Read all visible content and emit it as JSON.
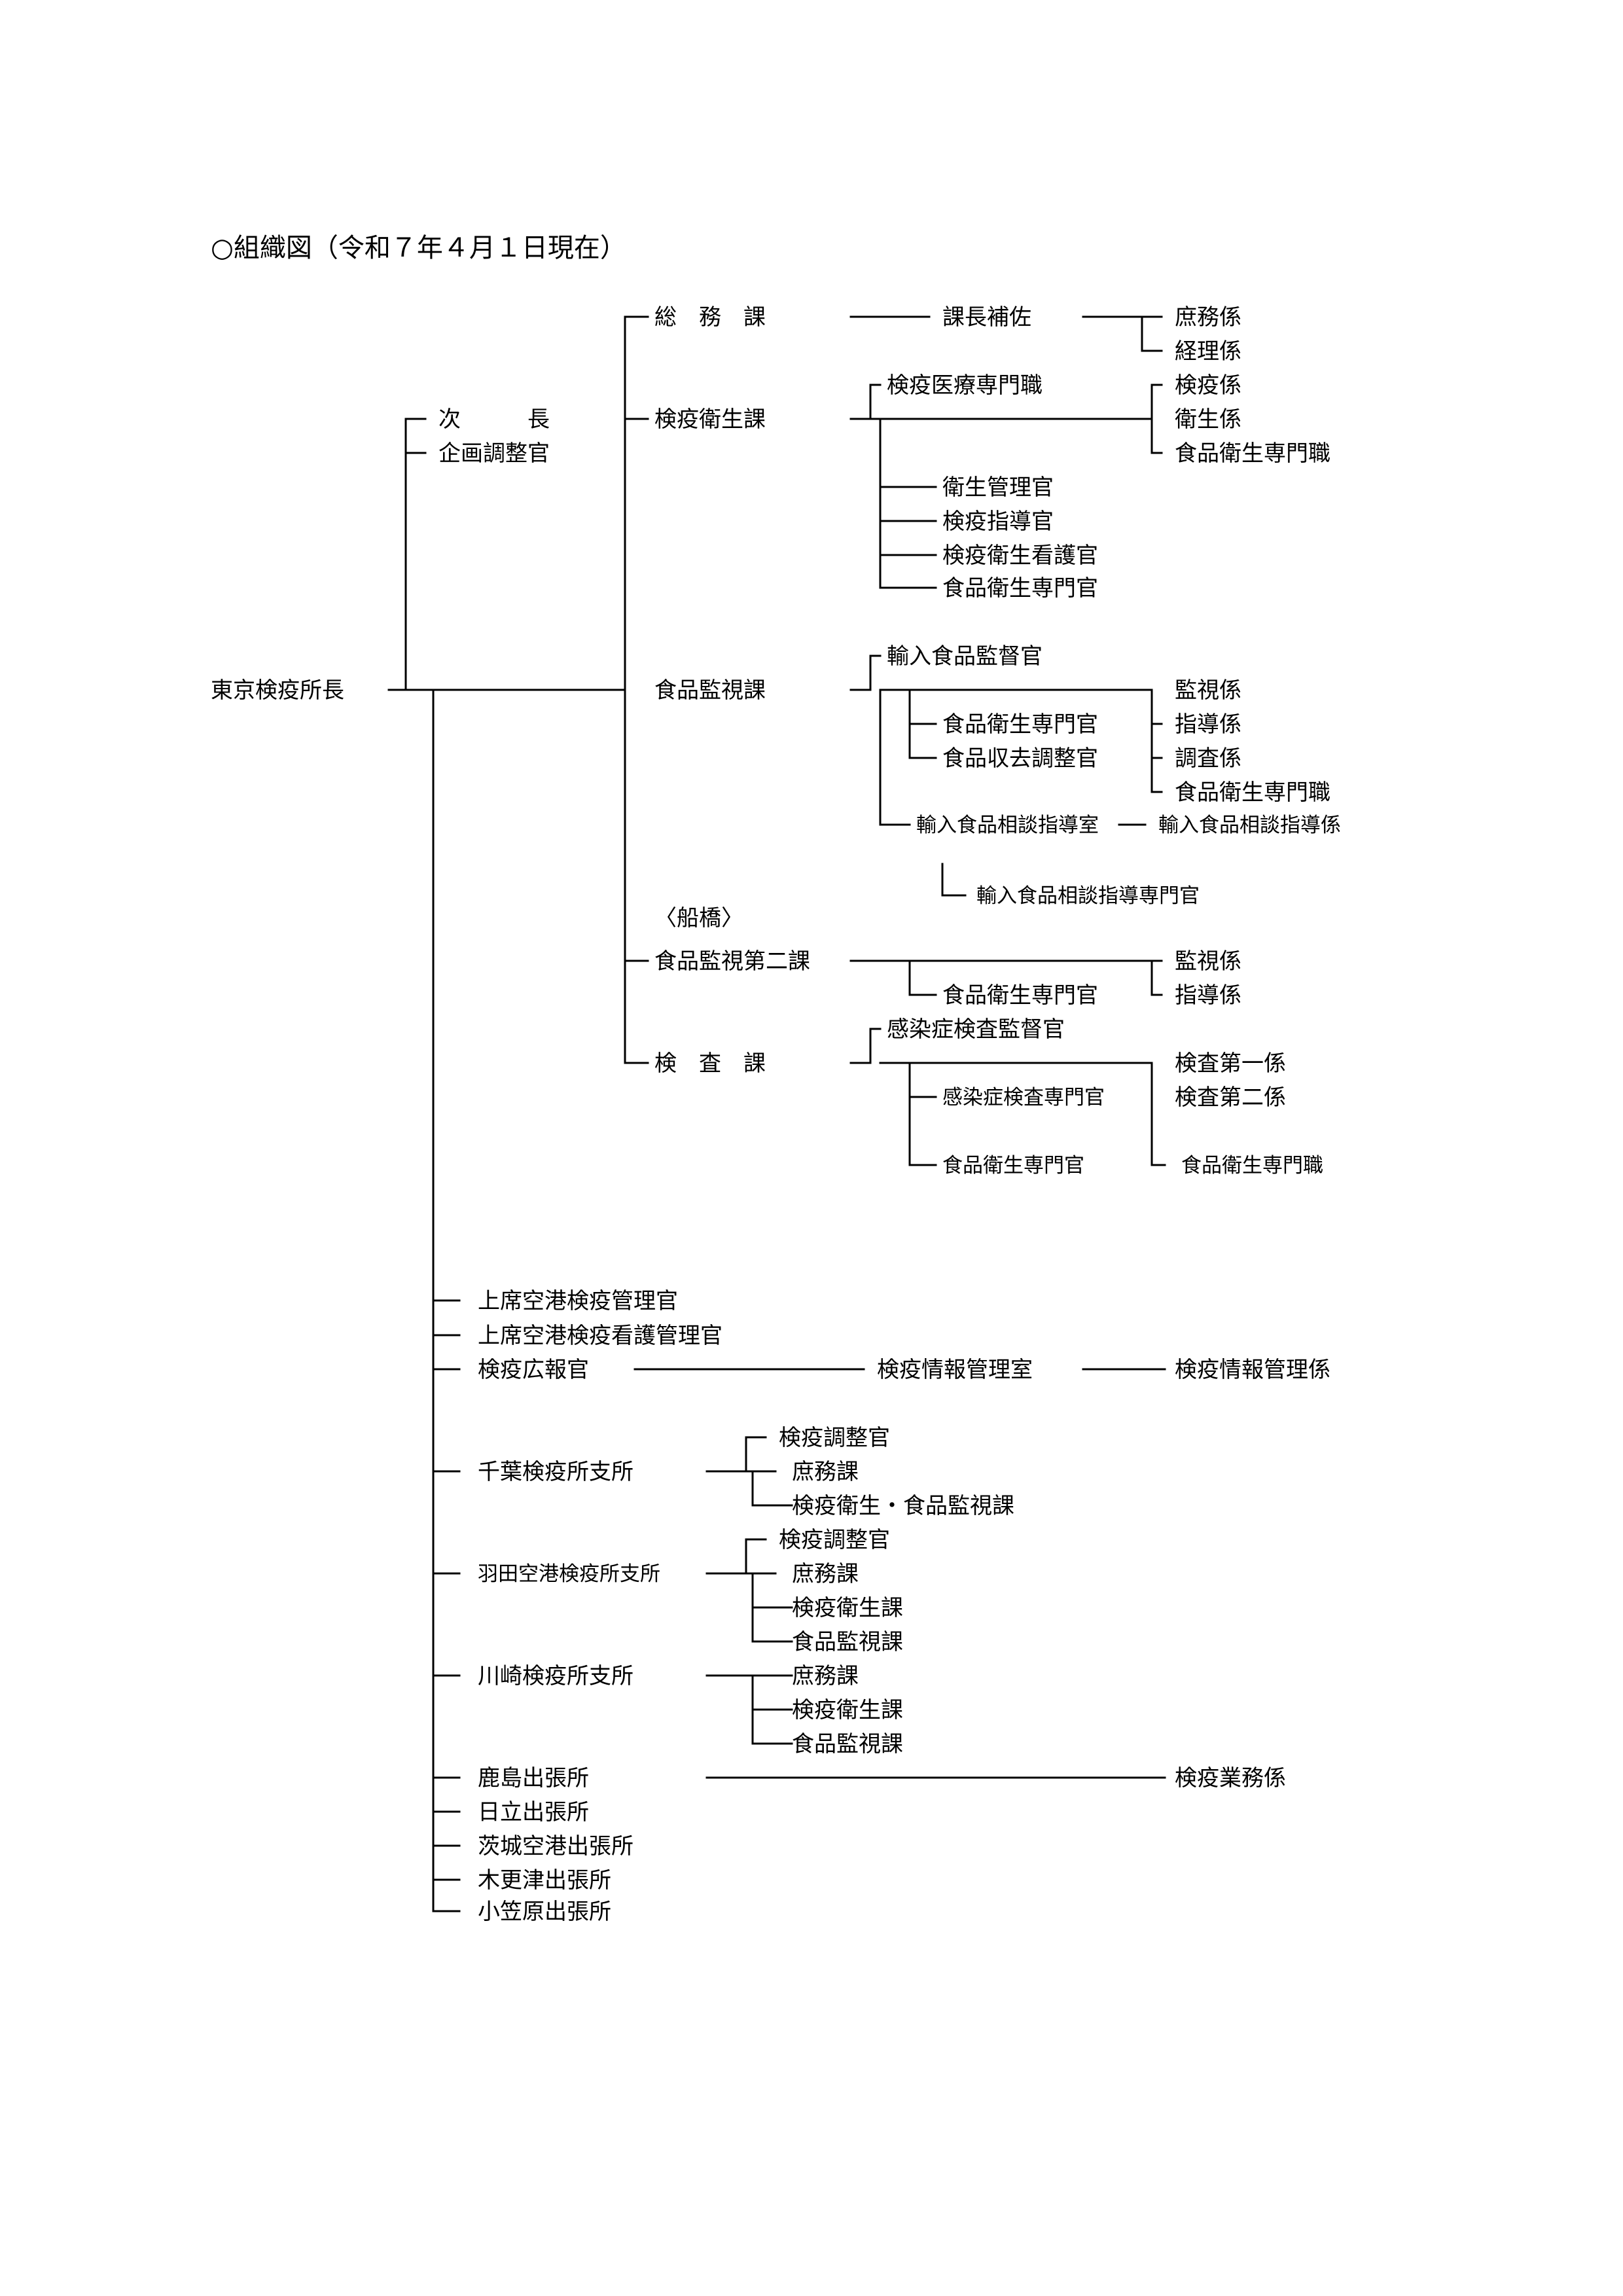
{
  "title": "○組織図（令和７年４月１日現在）",
  "director": "東京検疫所長",
  "deputies": {
    "vice_director": "次　　　長",
    "planning_officer": "企画調整官"
  },
  "sections": {
    "general_affairs": {
      "name": "総　務　課",
      "assistant": "課長補佐",
      "subsections": [
        "庶務係",
        "経理係"
      ]
    },
    "quarantine_hygiene": {
      "name": "検疫衛生課",
      "medical_specialist": "検疫医療専門職",
      "subsections": [
        "検疫係",
        "衛生係",
        "食品衛生専門職"
      ],
      "officers": [
        "衛生管理官",
        "検疫指導官",
        "検疫衛生看護官",
        "食品衛生専門官"
      ]
    },
    "food_monitoring": {
      "name": "食品監視課",
      "supervisor": "輸入食品監督官",
      "officers": [
        "食品衛生専門官",
        "食品収去調整官"
      ],
      "subsections": [
        "監視係",
        "指導係",
        "調査係",
        "食品衛生専門職"
      ],
      "consultation_room": "輸入食品相談指導室",
      "consultation_unit": "輸入食品相談指導係",
      "consultation_specialist": "輸入食品相談指導専門官"
    },
    "funabashi": {
      "location": "〈船橋〉",
      "name": "食品監視第二課",
      "officer": "食品衛生専門官",
      "subsections": [
        "監視係",
        "指導係"
      ]
    },
    "inspection": {
      "name": "検　査　課",
      "supervisor": "感染症検査監督官",
      "officers": [
        "感染症検査専門官",
        "食品衛生専門官"
      ],
      "subsections": [
        "検査第一係",
        "検査第二係",
        "食品衛生専門職"
      ]
    }
  },
  "lower": {
    "airport_officers": [
      "上席空港検疫管理官",
      "上席空港検疫看護管理官"
    ],
    "pr_officer": "検疫広報官",
    "info_room": "検疫情報管理室",
    "info_unit": "検疫情報管理係",
    "branches": [
      {
        "name": "千葉検疫所支所",
        "units": [
          "検疫調整官",
          "庶務課",
          "検疫衛生・食品監視課"
        ]
      },
      {
        "name": "羽田空港検疫所支所",
        "units": [
          "検疫調整官",
          "庶務課",
          "検疫衛生課",
          "食品監視課"
        ]
      },
      {
        "name": "川崎検疫所支所",
        "units": [
          "庶務課",
          "検疫衛生課",
          "食品監視課"
        ]
      }
    ],
    "kashima": {
      "name": "鹿島出張所",
      "unit": "検疫業務係"
    },
    "offices": [
      "日立出張所",
      "茨城空港出張所",
      "木更津出張所",
      "小笠原出張所"
    ]
  }
}
